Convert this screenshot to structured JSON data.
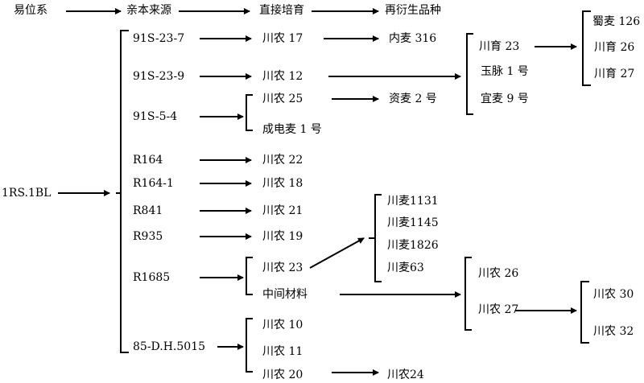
{
  "header": {
    "source_line": "易位系",
    "parent_source": "亲本来源",
    "direct_breeding": "直接培育",
    "derived_varieties": "再衍生品种"
  },
  "root": "1RS.1BL",
  "parents": {
    "p1": "91S-23-7",
    "p2": "91S-23-9",
    "p3": "91S-5-4",
    "p4": "R164",
    "p5": "R164-1",
    "p6": "R841",
    "p7": "R935",
    "p8": "R1685",
    "p9": "85-D.H.5015"
  },
  "direct": {
    "cn17": "川农 17",
    "cn12": "川农 12",
    "cn25": "川农 25",
    "cdm1": "成电麦 1 号",
    "cn22": "川农 22",
    "cn18": "川农 18",
    "cn21": "川农 21",
    "cn19": "川农 19",
    "cn23": "川农 23",
    "zjcl": "中间材料",
    "cn10": "川农 10",
    "cn11": "川农 11",
    "cn20": "川农 20"
  },
  "derived": {
    "nm316": "内麦 316",
    "zm2": "资麦 2 号",
    "cm1131": "川麦1131",
    "cm1145": "川麦1145",
    "cm1826": "川麦1826",
    "cm63": "川麦63",
    "cn24": "川农24",
    "cy23": "川育 23",
    "ym1": "玉脉 1 号",
    "ym9": "宜麦 9 号",
    "cn26": "川农 26",
    "cn27": "川农 27",
    "sm126": "蜀麦 126",
    "cy26": "川育 26",
    "cy27": "川育 27",
    "cn30": "川农 30",
    "cn32": "川农 32"
  }
}
